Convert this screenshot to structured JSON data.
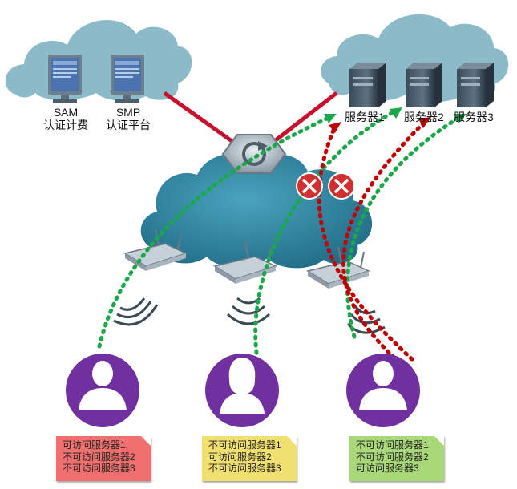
{
  "servers": {
    "auth": {
      "sam": {
        "line1": "SAM",
        "line2": "认证计费"
      },
      "smp": {
        "line1": "SMP",
        "line2": "认证平台"
      }
    },
    "resources": [
      {
        "label": "服务器1"
      },
      {
        "label": "服务器2"
      },
      {
        "label": "服务器3"
      }
    ]
  },
  "users": [
    {
      "icon": "male-user-icon",
      "color": "#7030a0",
      "note": {
        "color": "#f07070",
        "lines": [
          "可访问服务器1",
          "不可访问服务器2",
          "不可访问服务器3"
        ]
      }
    },
    {
      "icon": "female-user-icon",
      "color": "#7030a0",
      "note": {
        "color": "#f0e070",
        "lines": [
          "不可访问服务器1",
          "可访问服务器2",
          "不可访问服务器3"
        ]
      }
    },
    {
      "icon": "male-user-icon",
      "color": "#7030a0",
      "note": {
        "color": "#a8d878",
        "lines": [
          "不可访问服务器1",
          "不可访问服务器2",
          "可访问服务器3"
        ]
      }
    }
  ],
  "colors": {
    "allowed_path": "#1aa84a",
    "denied_path": "#c00000",
    "cloud_top": "#8ab8c8",
    "cloud_network": "#2e7f98",
    "deny_marker": "#d03030"
  }
}
